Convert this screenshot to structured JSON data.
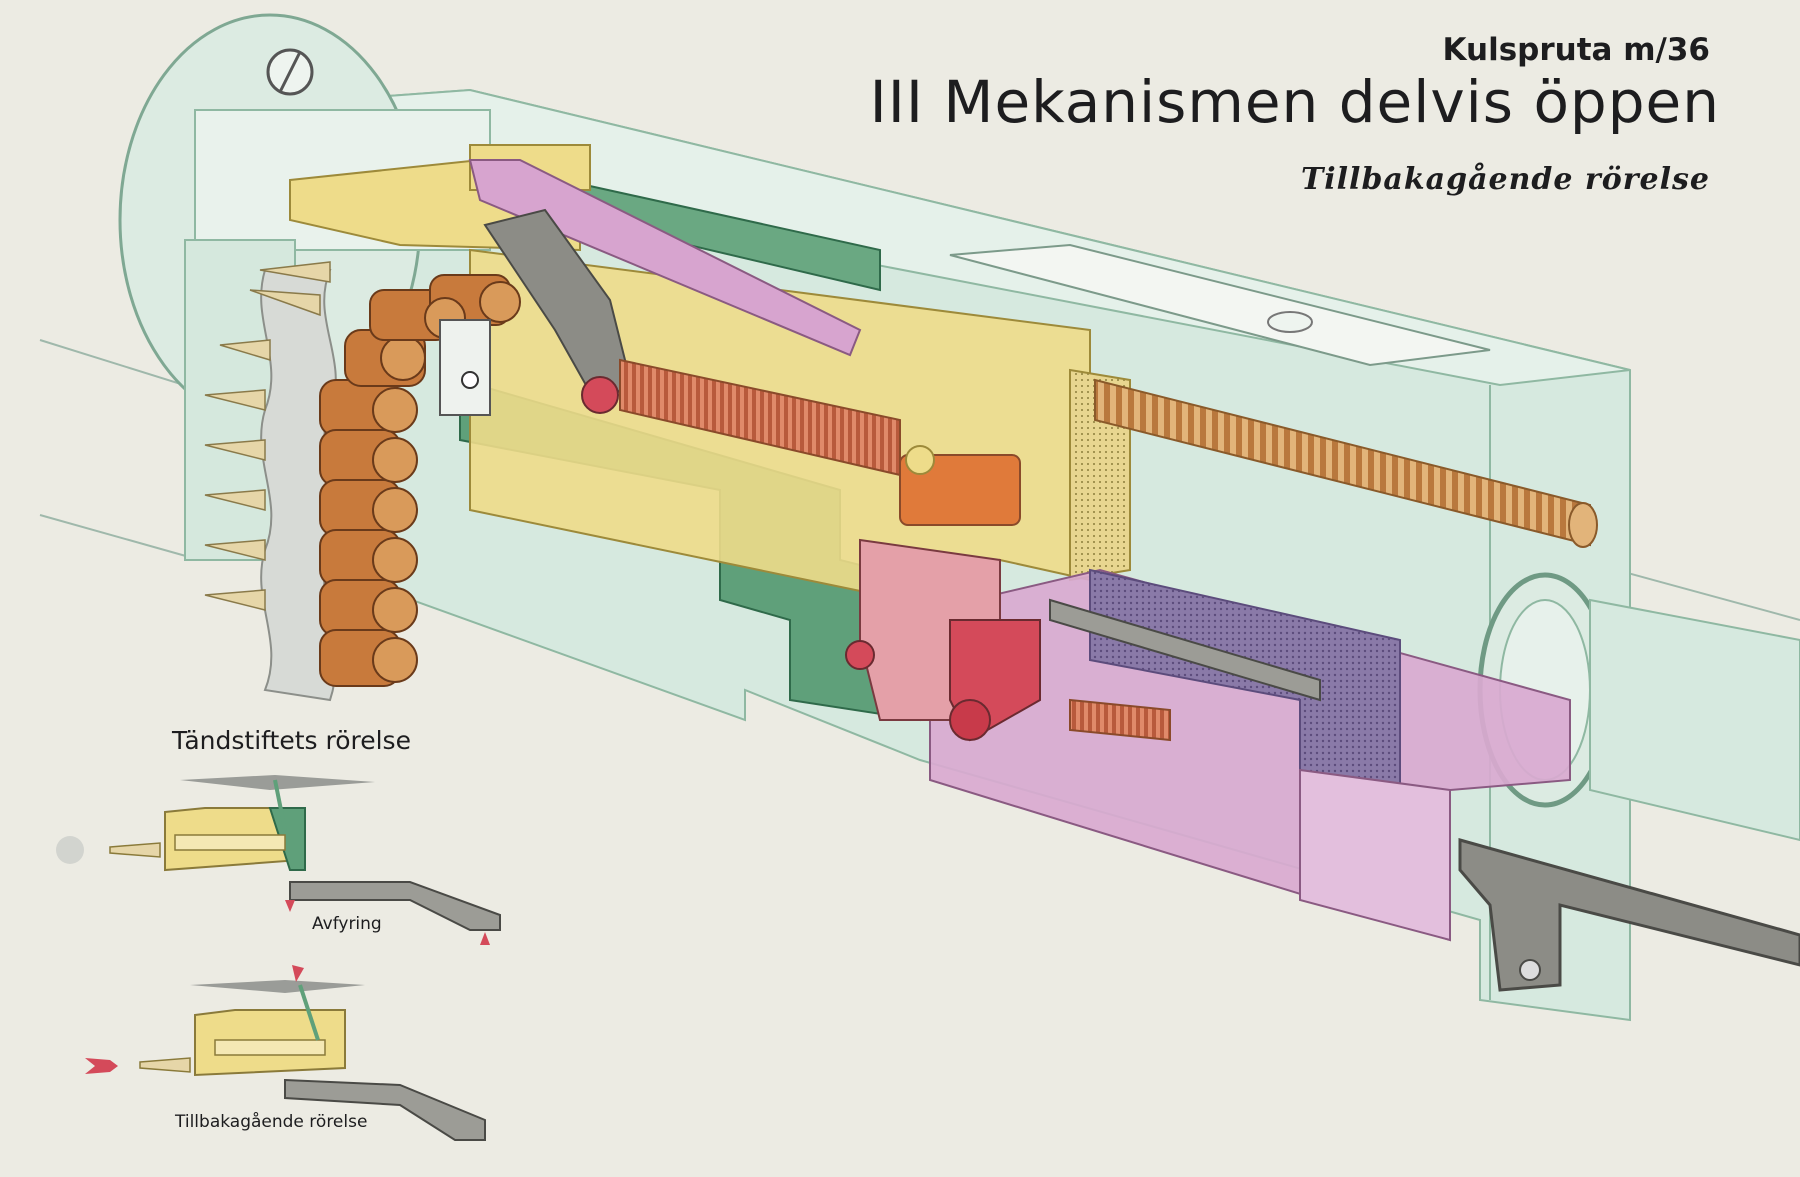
{
  "header": {
    "caption": "Kulspruta m/36",
    "title": "III  Mekanismen delvis öppen",
    "subtitle": "Tillbakagående rörelse"
  },
  "inset": {
    "title": "Tändstiftets rörelse",
    "firing_label": "Avfyring",
    "recoil_label": "Tillbakagående rörelse"
  },
  "colors": {
    "background": "#ecebe3",
    "casing": "#d6e9df",
    "casing_dark": "#5f9c7a",
    "bolt_yellow": "#eedc8a",
    "spring_orange": "#d99a5a",
    "lock_pink": "#d9a9d0",
    "trigger_red": "#d44a5a",
    "cartridge_copper": "#c87a3c",
    "bullet_tip": "#e6d6a8",
    "lever_grey": "#8c8c86"
  }
}
